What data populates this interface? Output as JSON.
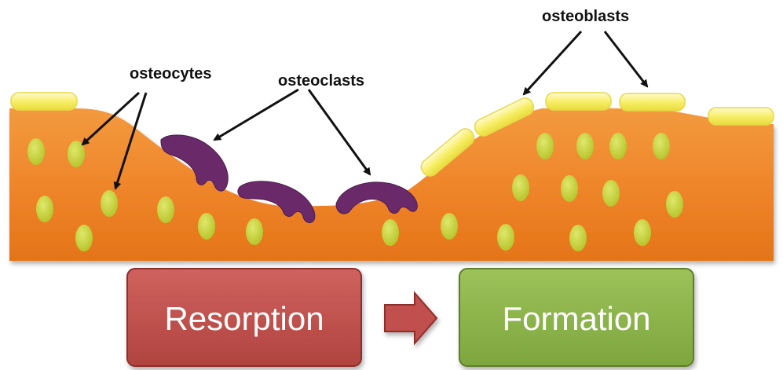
{
  "labels": {
    "osteocytes": "osteocytes",
    "osteoclasts": "osteoclasts",
    "osteoblasts": "osteoblasts"
  },
  "phases": {
    "resorption": "Resorption",
    "formation": "Formation"
  },
  "colors": {
    "bone": "#f0852b",
    "bone_shadow": "#b85a14",
    "osteocyte": "#c8d23a",
    "osteoclast": "#6a2a6a",
    "osteoblast": "#f8f070",
    "resorption_box": "#c0504d",
    "formation_box": "#8db54a",
    "arrow": "#c0504d"
  }
}
